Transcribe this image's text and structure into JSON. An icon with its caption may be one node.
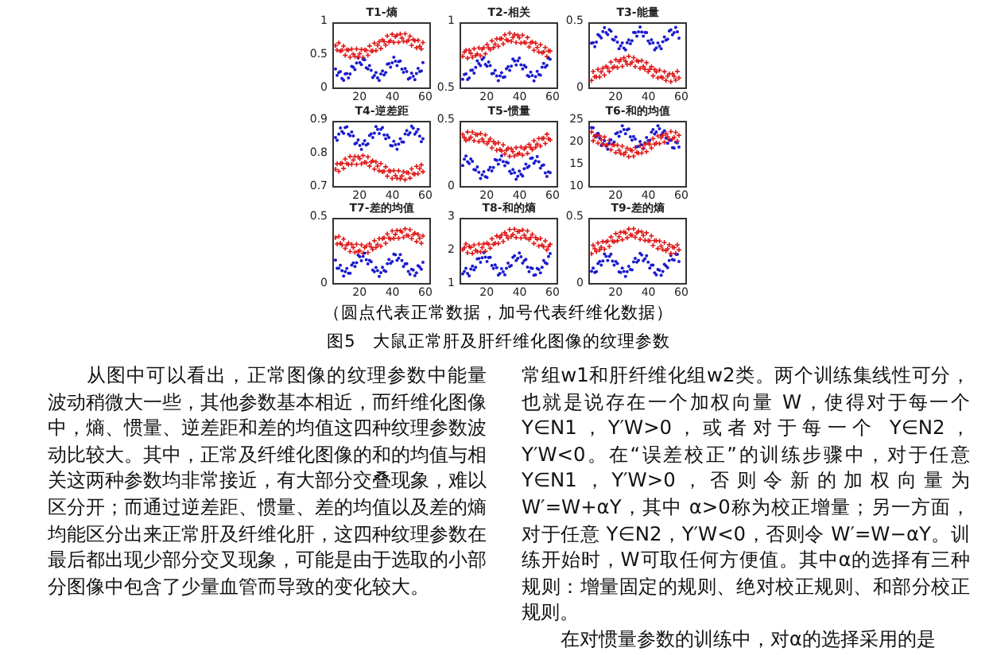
{
  "diagram": {
    "caption": "图5　大鼠正常肝及肝纤维化图像的纹理参数",
    "labels": [
      "T1-熵",
      "1",
      "0.5",
      "0",
      "20",
      "40",
      "60",
      "T2-相关",
      "1",
      "0.5",
      "20",
      "40",
      "60",
      "T3-能量",
      "0.5",
      "0",
      "20",
      "40",
      "60",
      "T4-逆差距",
      "0.9",
      "0.8",
      "0.7",
      "20",
      "40",
      "60",
      "T5-惯量",
      "0.5",
      "0",
      "20",
      "40",
      "60",
      "T6-和的均值",
      "25",
      "20",
      "15",
      "10",
      "20",
      "40",
      "60",
      "T7-差的均值",
      "0.5",
      "0",
      "20",
      "40",
      "60",
      "T8-和的熵",
      "3",
      "2",
      "1",
      "20",
      "40",
      "60",
      "T9-差的熵",
      "0.5",
      "0",
      "20",
      "40",
      "60",
      "（圆点代表正常数据，加号代表纤维化数据）",
      "从图中可以看出，正常图像的纹理参数中能量波动稍微大一些，其他参数基本相近，而纤维化图像中，熵、惯量、逆差距和差的均值这四种纹理参数波动比较大。其中，正常及纤维化图像的和的均值与相关这两种参数均非常接近，有大部分交叠现象，难以区分开；而通过逆差距、惯量、差的均值以及差的熵均能区分出来正常肝及纤维化肝，这四种纹理参数在最后都出现少部分交叉现象，可能是由于选取的小部分图像中包含了少量血管而导致的变化较大。",
      "常组w1和肝纤维化组w2类。两个训练集线性可分，也就是说存在一个加权向量 W，使得对于每一个 Y∈N1，Y′W>0，或者对于每一个 Y∈N2，Y′W<0。在“误差校正”的训练步骤中，对于任意 Y∈N1，Y′W>0，否则令新的加权向量为 W′=W+αY，其中 α>0称为校正增量；另一方面，对于任意 Y∈N2，Y′W<0，否则令 W′=W−αY。训练开始时，W可取任何方便值。其中α的选择有三种规则：增量固定的规则、绝对校正规则、和部分校正规则。",
      "在对惯量参数的训练中，对α的选择采用的是"
    ]
  }
}
